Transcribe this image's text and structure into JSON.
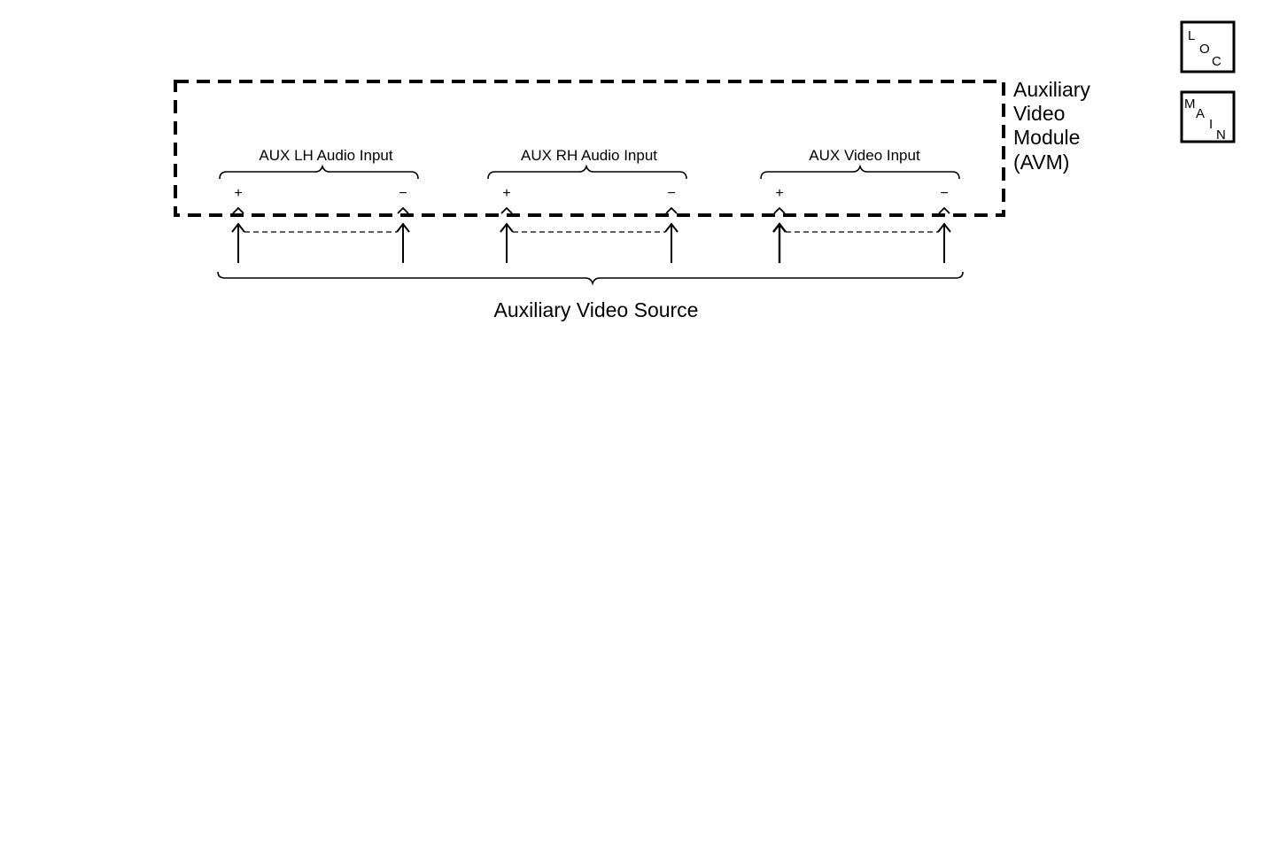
{
  "module": {
    "label_lines": [
      "Auxiliary",
      "Video",
      "Module",
      "(AVM)"
    ]
  },
  "inputs": [
    {
      "label": "AUX LH Audio Input",
      "plus": "+",
      "minus": "−"
    },
    {
      "label": "AUX RH Audio Input",
      "plus": "+",
      "minus": "−"
    },
    {
      "label": "AUX Video Input",
      "plus": "+",
      "minus": "−"
    }
  ],
  "source": {
    "label": "Auxiliary Video Source"
  },
  "nav": {
    "loc": {
      "letters": [
        "L",
        "O",
        "C"
      ]
    },
    "main": {
      "letters": [
        "M",
        "A",
        "I",
        "N"
      ]
    }
  }
}
